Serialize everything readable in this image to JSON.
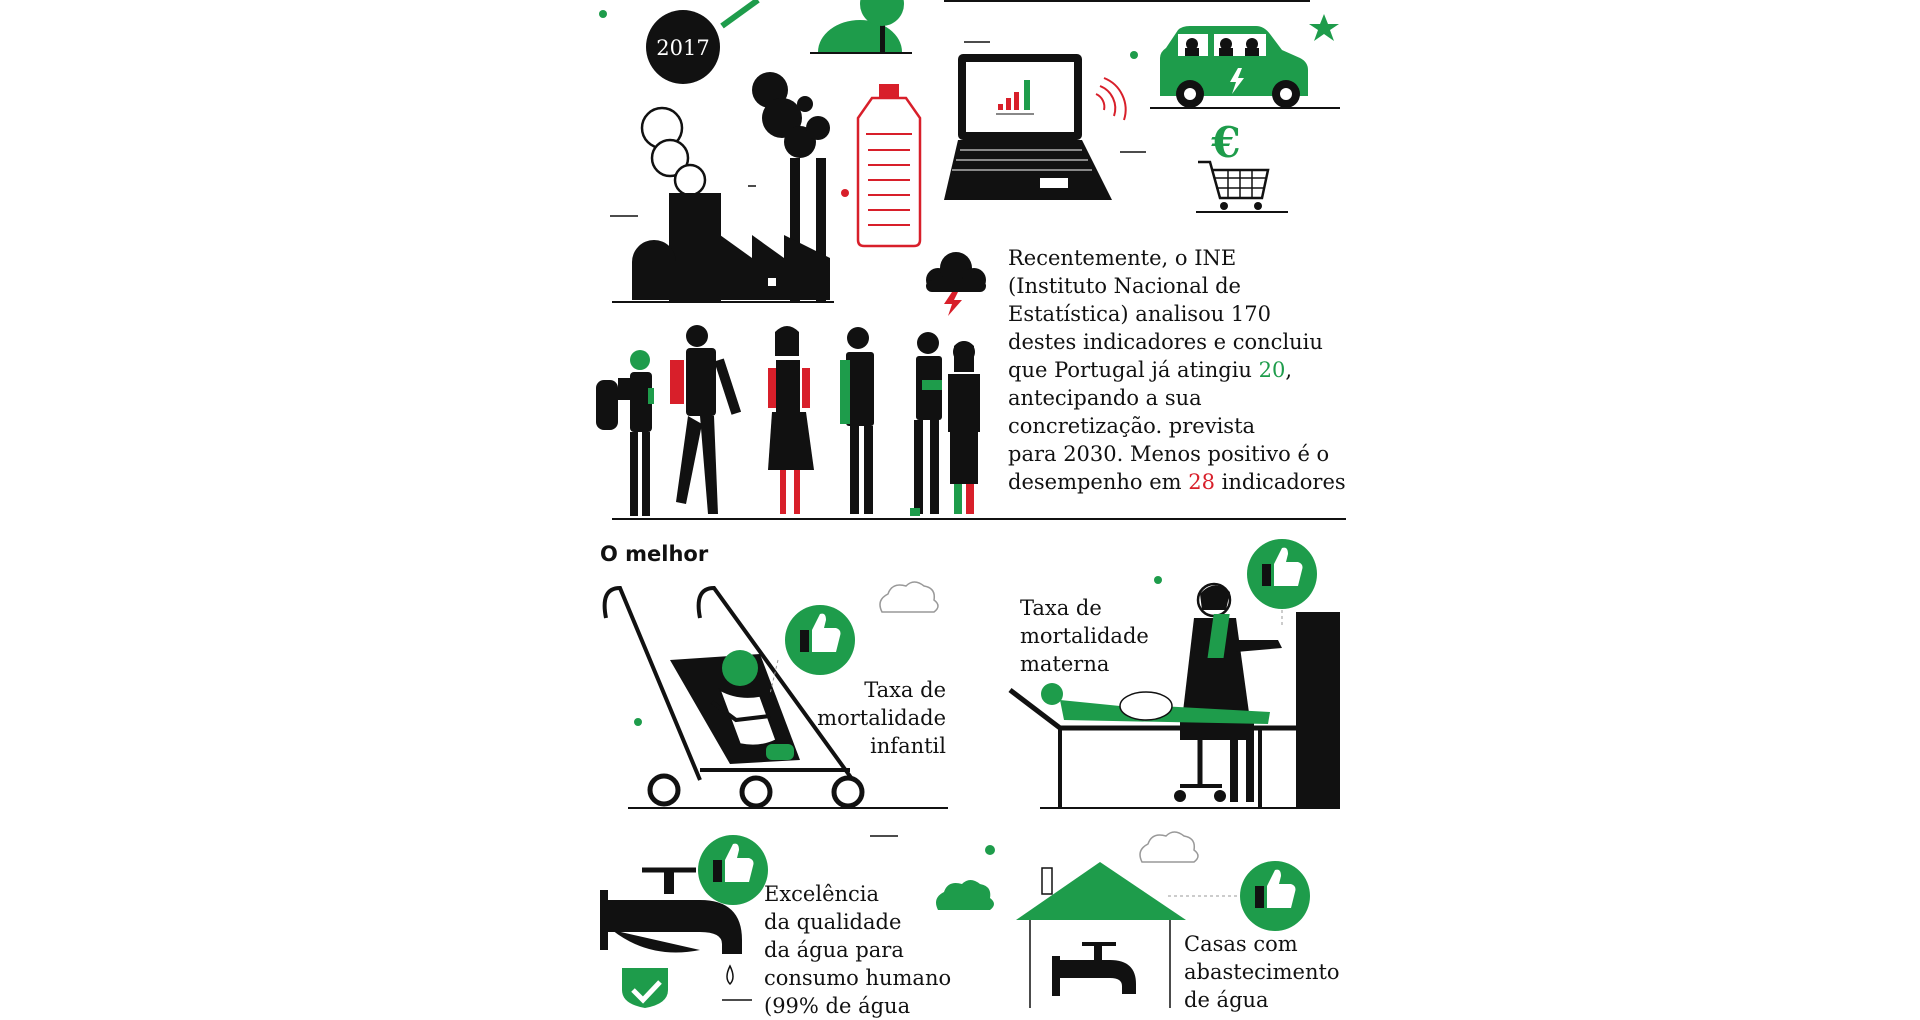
{
  "year_badge": "2017",
  "intro": {
    "line1": "Recentemente, o INE",
    "line2": "(Instituto Nacional de",
    "line3": "Estatística) analisou 170",
    "line4": "destes indicadores e concluiu",
    "line5_pre": "que Portugal já atingiu ",
    "line5_num": "20",
    "line5_post": ",",
    "line6": "antecipando a sua",
    "line7": "concretização. prevista",
    "line8": "para 2030. Menos positivo é o",
    "line9_pre": "desempenho em ",
    "line9_num": "28",
    "line9_post": " indicadores"
  },
  "section_title": "O melhor",
  "items": {
    "infant": {
      "l1": "Taxa de",
      "l2": "mortalidade",
      "l3": "infantil"
    },
    "maternal": {
      "l1": "Taxa de",
      "l2": "mortalidade",
      "l3": "materna"
    },
    "water": {
      "l1": "Excelência",
      "l2": "da qualidade",
      "l3": "da água para",
      "l4": "consumo humano",
      "l5": "(99% de água"
    },
    "houses": {
      "l1": "Casas com",
      "l2": "abastecimento",
      "l3": "de água"
    }
  },
  "colors": {
    "green": "#1e9c4b",
    "red": "#d81f2a",
    "black": "#111111"
  }
}
